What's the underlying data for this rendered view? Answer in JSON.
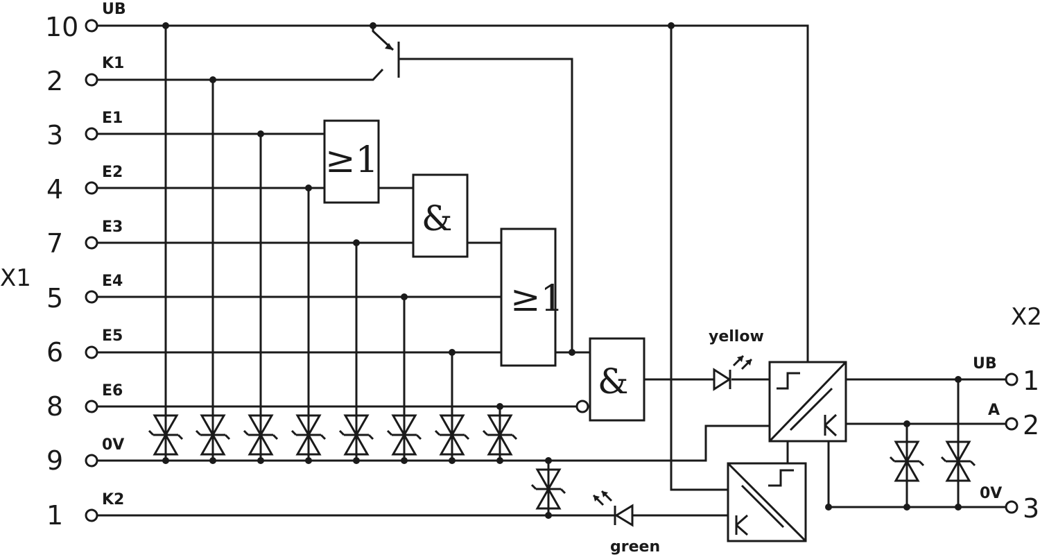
{
  "connectors": {
    "left": "X1",
    "right": "X2"
  },
  "x1_pins": [
    {
      "pin": "10",
      "signal": "UB"
    },
    {
      "pin": "2",
      "signal": "K1"
    },
    {
      "pin": "3",
      "signal": "E1"
    },
    {
      "pin": "4",
      "signal": "E2"
    },
    {
      "pin": "7",
      "signal": "E3"
    },
    {
      "pin": "5",
      "signal": "E4"
    },
    {
      "pin": "6",
      "signal": "E5"
    },
    {
      "pin": "8",
      "signal": "E6"
    },
    {
      "pin": "9",
      "signal": "0V"
    },
    {
      "pin": "1",
      "signal": "K2"
    }
  ],
  "x2_pins": [
    {
      "pin": "1",
      "signal": "UB"
    },
    {
      "pin": "2",
      "signal": "A"
    },
    {
      "pin": "3",
      "signal": "0V"
    }
  ],
  "gates": {
    "or1": "≥1",
    "and1": "&",
    "or2": "≥1",
    "and2": "&"
  },
  "leds": {
    "upper": "yellow",
    "lower": "green"
  }
}
